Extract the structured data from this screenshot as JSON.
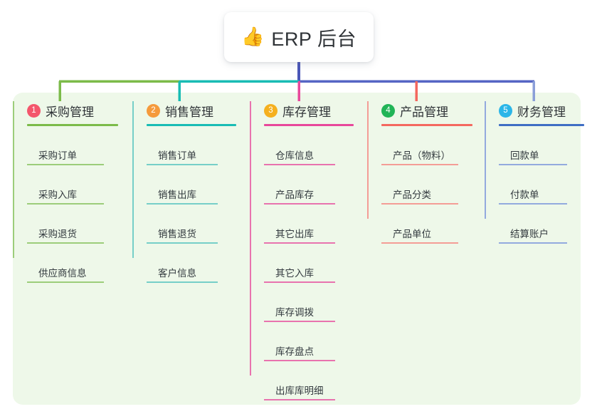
{
  "root": {
    "icon": "thumbs-up-icon",
    "emoji": "👍",
    "title": "ERP 后台"
  },
  "panel": {
    "background": "#eef8e9"
  },
  "columns": [
    {
      "number": "1",
      "title": "采购管理",
      "badge_color": "#f4566c",
      "rule_color": "#7cbb4a",
      "line_color": "#9ccd7a",
      "connector_color": "#7cbb4a",
      "items": [
        "采购订单",
        "采购入库",
        "采购退货",
        "供应商信息"
      ]
    },
    {
      "number": "2",
      "title": "销售管理",
      "badge_color": "#f59a3c",
      "rule_color": "#19bcb4",
      "line_color": "#76cfc8",
      "connector_color": "#19bcb4",
      "items": [
        "销售订单",
        "销售出库",
        "销售退货",
        "客户信息"
      ]
    },
    {
      "number": "3",
      "title": "库存管理",
      "badge_color": "#f5b01e",
      "rule_color": "#e8489b",
      "line_color": "#e873ae",
      "connector_color": "#e8489b",
      "items": [
        "仓库信息",
        "产品库存",
        "其它出库",
        "其它入库",
        "库存调拨",
        "库存盘点",
        "出库库明细"
      ]
    },
    {
      "number": "4",
      "title": "产品管理",
      "badge_color": "#21b457",
      "rule_color": "#f4685f",
      "line_color": "#f49d96",
      "connector_color": "#f4685f",
      "items": [
        "产品（物料）",
        "产品分类",
        "产品单位"
      ]
    },
    {
      "number": "5",
      "title": "财务管理",
      "badge_color": "#2bb6e8",
      "rule_color": "#3f6ec4",
      "line_color": "#93aade",
      "connector_color": "#8b9fd8",
      "items": [
        "回款单",
        "付款单",
        "结算账户"
      ]
    }
  ],
  "connectors": {
    "stem_color": "#4a56b8",
    "bus_left_color": "#7cbb4a",
    "bus_mid_color": "#19bcb4",
    "bus_right_color": "#5666c4"
  }
}
